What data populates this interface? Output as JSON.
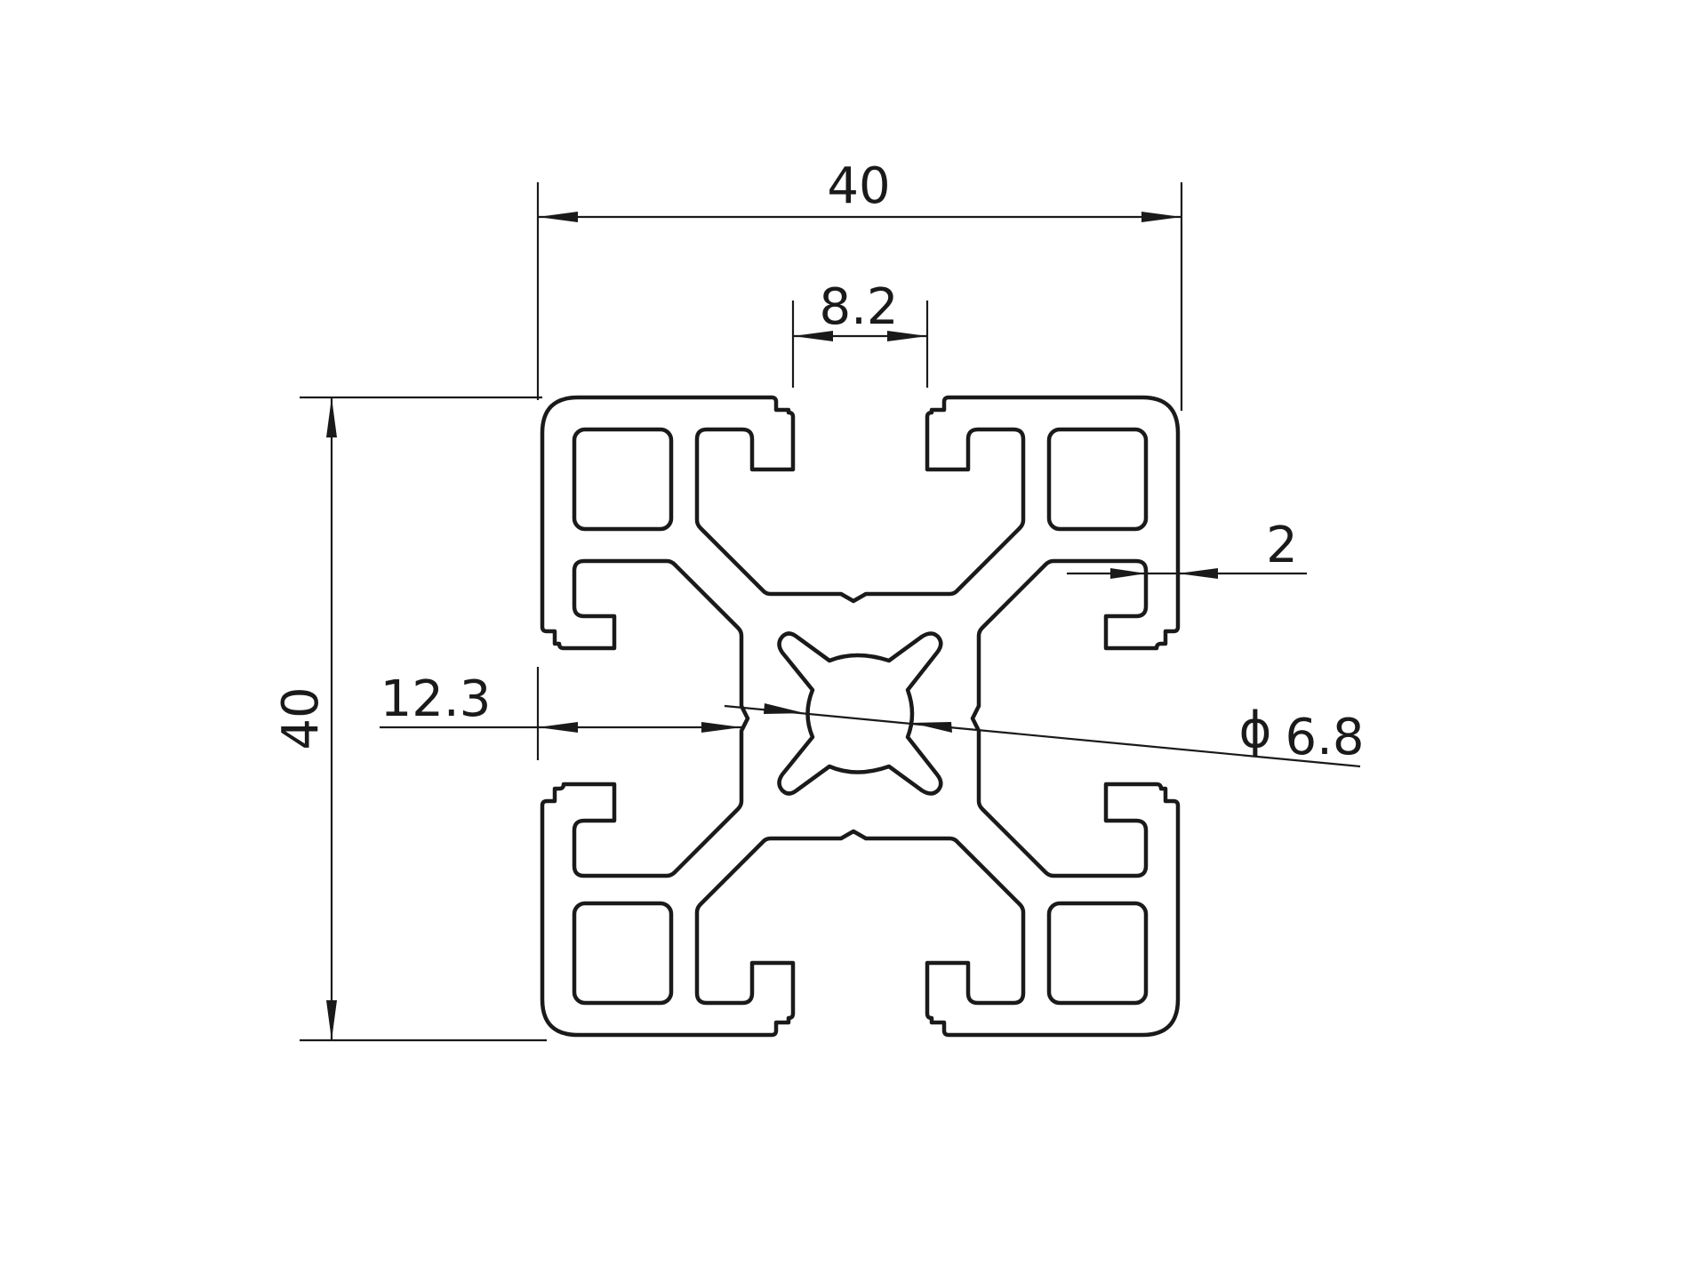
{
  "dimensions": {
    "overall_width": "40",
    "slot_width": "8.2",
    "wall_thickness": "2",
    "overall_height": "40",
    "slot_depth": "12.3",
    "diameter_symbol": "ϕ",
    "center_bore": "6.8"
  },
  "colors": {
    "line": "#1a1a1a",
    "background": "#ffffff"
  }
}
